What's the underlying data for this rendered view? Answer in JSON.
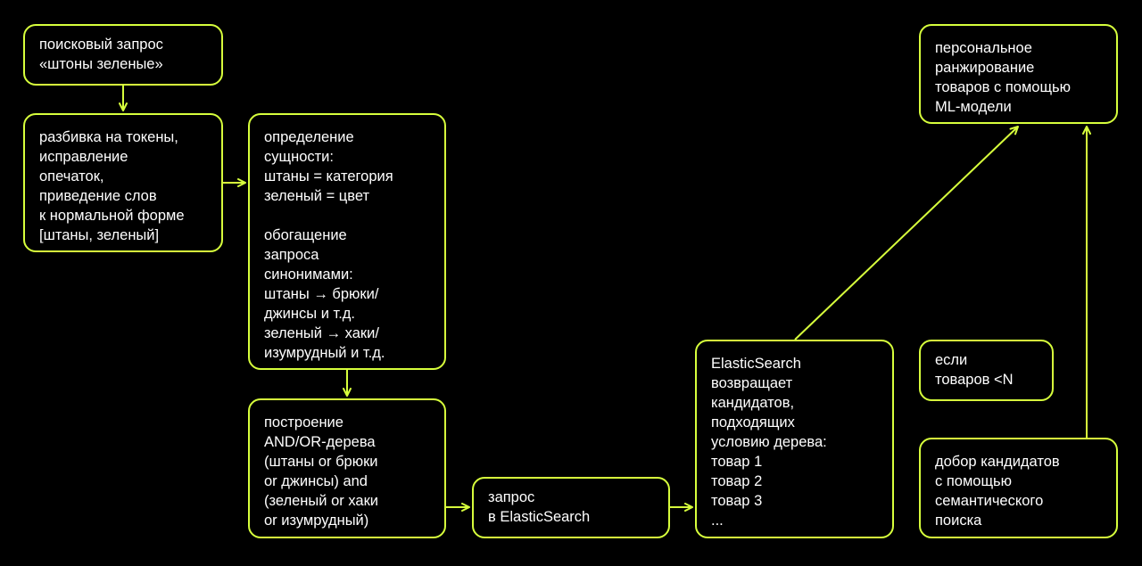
{
  "colors": {
    "background": "#000000",
    "accent": "#d7ff3c",
    "text": "#ffffff"
  },
  "nodes": {
    "query": {
      "lines": [
        "поисковый запрос",
        "«штоны зеленые»"
      ]
    },
    "tokenize": {
      "lines": [
        "разбивка на токены,",
        "исправление",
        "опечаток,",
        "приведение слов",
        "к нормальной форме",
        "[штаны, зеленый]"
      ]
    },
    "entities": {
      "lines": [
        "определение",
        "сущности:",
        "штаны = категория",
        "зеленый = цвет",
        "",
        "обогащение",
        "запроса",
        "синонимами:",
        "штаны → брюки/",
        "джинсы и т.д.",
        "зеленый → хаки/",
        "изумрудный и т.д."
      ]
    },
    "tree": {
      "lines": [
        "построение",
        "AND/OR-дерева",
        "(штаны or брюки",
        "or джинсы) and",
        "(зеленый or хаки",
        "or изумрудный)"
      ]
    },
    "es_request": {
      "lines": [
        "запрос",
        "в ElasticSearch"
      ]
    },
    "es_return": {
      "lines": [
        "ElasticSearch",
        "возвращает",
        "кандидатов,",
        "подходящих",
        "условию дерева:",
        "товар 1",
        "товар 2",
        "товар 3",
        "..."
      ]
    },
    "condition": {
      "lines": [
        "если",
        "товаров <N"
      ]
    },
    "semantic": {
      "lines": [
        "добор кандидатов",
        "с помощью",
        "семантического",
        "поиска"
      ]
    },
    "ranking": {
      "lines": [
        "персональное",
        "ранжирование",
        "товаров с помощью",
        "ML-модели"
      ]
    }
  }
}
